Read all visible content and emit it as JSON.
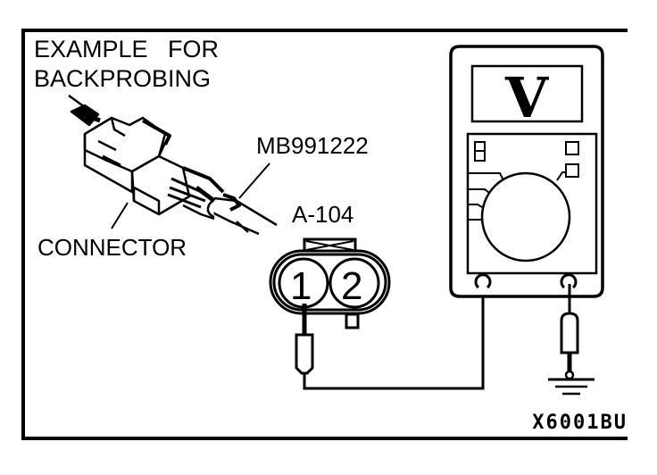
{
  "title": {
    "line1": "EXAMPLE   FOR",
    "line2": "BACKPROBING"
  },
  "labels": {
    "tool": "MB991222",
    "connector": "CONNECTOR",
    "connector_id": "A-104",
    "pin1": "1",
    "pin2": "2",
    "figure_code": "X6001BU"
  },
  "meter": {
    "mode_symbol": "V",
    "mode": "voltmeter"
  },
  "colors": {
    "ink": "#000000",
    "paper": "#ffffff"
  }
}
